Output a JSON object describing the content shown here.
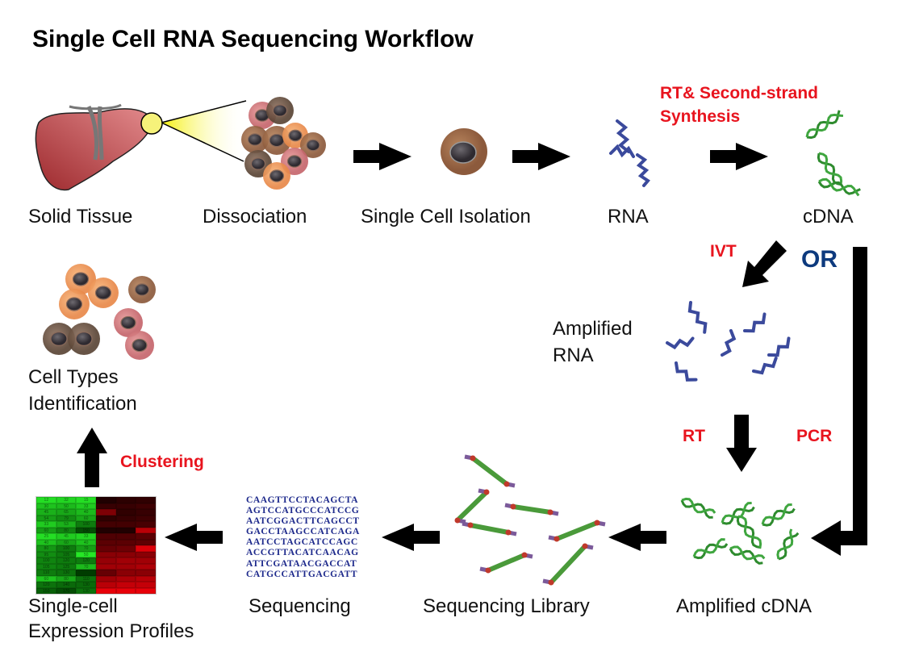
{
  "title": "Single Cell RNA Sequencing Workflow",
  "steps": {
    "solid_tissue": "Solid Tissue",
    "dissociation": "Dissociation",
    "single_cell_isolation": "Single Cell Isolation",
    "rna": "RNA",
    "cdna": "cDNA",
    "amplified_rna_line1": "Amplified",
    "amplified_rna_line2": "RNA",
    "amplified_cdna": "Amplified cDNA",
    "sequencing_library": "Sequencing Library",
    "sequencing": "Sequencing",
    "expression_line1": "Single-cell",
    "expression_line2": "Expression Profiles",
    "cell_types_line1": "Cell Types",
    "cell_types_line2": "Identification"
  },
  "processes": {
    "rt_second_strand_line1": "RT& Second-strand",
    "rt_second_strand_line2": "Synthesis",
    "ivt": "IVT",
    "or": "OR",
    "rt": "RT",
    "pcr": "PCR",
    "clustering": "Clustering"
  },
  "sequences": [
    "CAAGTTCCTACAGCTA",
    "AGTCCATGCCCATCCG",
    "AATCGGACTTCAGCCT",
    "GACCTAAGCCATCAGA",
    "AATCCTAGCATCCAGC",
    "ACCGTTACATCAACAG",
    "ATTCGATAACGACCAT",
    "CATGCCATTGACGATT"
  ],
  "heatmap": {
    "green_values": [
      [
        "12",
        "32",
        "15"
      ],
      [
        "30",
        "50",
        "33"
      ],
      [
        "45",
        "65",
        "40"
      ],
      [
        "54",
        "79",
        "60"
      ],
      [
        "33",
        "53",
        "100"
      ],
      [
        "60",
        "80",
        "150"
      ],
      [
        "25",
        "45",
        "33"
      ],
      [
        "40",
        "60",
        "40"
      ],
      [
        "80",
        "100",
        "70"
      ],
      [
        "95",
        "105",
        "50"
      ],
      [
        "100",
        "120",
        "120"
      ],
      [
        "105",
        "125",
        "70"
      ],
      [
        "110",
        "130",
        ""
      ],
      [
        "60",
        "80",
        "110"
      ],
      [
        "120",
        "140",
        "130"
      ],
      [
        "150",
        "170",
        "130"
      ]
    ],
    "green_levels": [
      [
        0.9,
        0.85,
        0.9
      ],
      [
        0.75,
        0.7,
        0.8
      ],
      [
        0.65,
        0.6,
        0.7
      ],
      [
        0.55,
        0.45,
        0.6
      ],
      [
        0.8,
        0.65,
        0.35
      ],
      [
        0.55,
        0.4,
        0.1
      ],
      [
        0.9,
        0.8,
        0.85
      ],
      [
        0.75,
        0.6,
        0.75
      ],
      [
        0.5,
        0.35,
        0.55
      ],
      [
        0.45,
        0.35,
        0.95
      ],
      [
        0.4,
        0.35,
        0.35
      ],
      [
        0.4,
        0.35,
        0.7
      ],
      [
        0.35,
        0.3,
        0.0
      ],
      [
        0.75,
        0.6,
        0.3
      ],
      [
        0.3,
        0.25,
        0.25
      ],
      [
        0.2,
        0.1,
        0.3
      ]
    ],
    "red_levels": [
      [
        0.05,
        0.1,
        0.12
      ],
      [
        0.15,
        0.15,
        0.18
      ],
      [
        0.45,
        0.12,
        0.15
      ],
      [
        0.12,
        0.15,
        0.18
      ],
      [
        0.2,
        0.2,
        0.22
      ],
      [
        0.05,
        0.05,
        0.7
      ],
      [
        0.25,
        0.25,
        0.3
      ],
      [
        0.3,
        0.3,
        0.32
      ],
      [
        0.35,
        0.38,
        0.85
      ],
      [
        0.5,
        0.5,
        0.5
      ],
      [
        0.55,
        0.6,
        0.6
      ],
      [
        0.6,
        0.6,
        0.65
      ],
      [
        0.35,
        0.5,
        0.5
      ],
      [
        0.6,
        0.65,
        0.7
      ],
      [
        0.7,
        0.75,
        0.75
      ],
      [
        0.9,
        0.9,
        0.9
      ]
    ]
  },
  "colors": {
    "process_red": "#e8141e",
    "or_blue": "#0d3a7e",
    "rna_blue": "#3b4a9c",
    "dna_green": "#2e8b2e",
    "sequence_navy": "#1e2a8c"
  }
}
